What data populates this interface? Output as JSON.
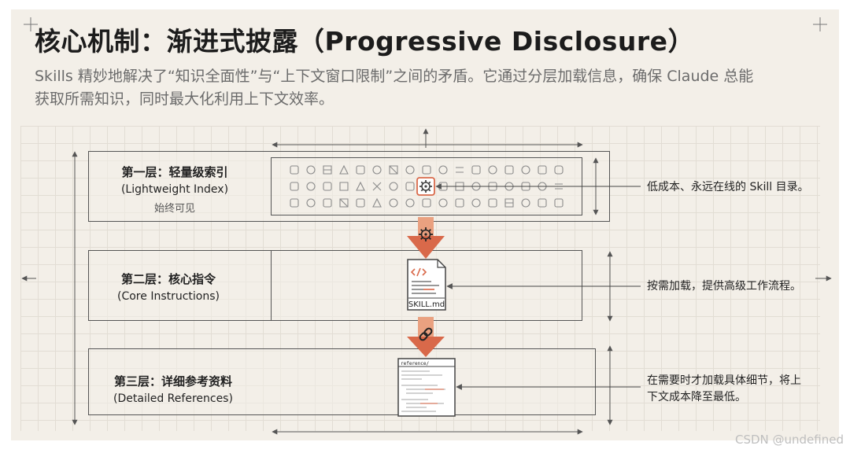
{
  "title": "核心机制：渐进式披露（Progressive Disclosure）",
  "subtitle_line1": "Skills 精妙地解决了“知识全面性”与“上下文窗口限制”之间的矛盾。它通过分层加载信息，确保 Claude 总能",
  "subtitle_line2": "获取所需知识，同时最大化利用上下文效率。",
  "layers": [
    {
      "name": "第一层：轻量级索引",
      "english": "(Lightweight Index)",
      "note": "始终可见",
      "description": "低成本、永远在线的 Skill 目录。"
    },
    {
      "name": "第二层：核心指令",
      "english": "(Core Instructions)",
      "description": "按需加载，提供高级工作流程。",
      "file_label": "SKILL.md"
    },
    {
      "name": "第三层：详细参考资料",
      "english": "(Detailed References)",
      "description_line1": "在需要时才加载具体细节，将上",
      "description_line2": "下文成本降至最低。",
      "file_label": "reference/"
    }
  ],
  "watermark": "CSDN @undefined",
  "colors": {
    "accent": "#d9694a",
    "accent_light": "#eaa180",
    "line": "#555555",
    "background": "#f3efe8"
  },
  "icons": [
    "gear-icon",
    "code-icon",
    "link-icon",
    "crosshair-icon"
  ]
}
